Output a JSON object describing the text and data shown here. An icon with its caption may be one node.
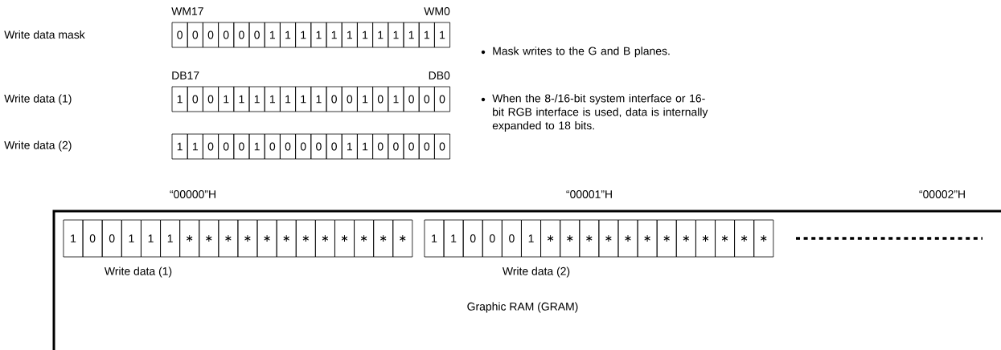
{
  "diagram": {
    "nodes": [
      {
        "text": [
          "Graphic RAM (GRAM)"
        ]
      }
    ],
    "labels": [
      "WM17",
      "WM0",
      "Write data mask",
      "0",
      "0",
      "0",
      "0",
      "0",
      "0",
      "1",
      "1",
      "1",
      "1",
      "1",
      "1",
      "1",
      "1",
      "1",
      "1",
      "1",
      "1",
      "Mask writes to the G and B planes.",
      "DB17",
      "DB0",
      "Write data (1)",
      "1",
      "0",
      "0",
      "1",
      "1",
      "1",
      "1",
      "1",
      "1",
      "1",
      "0",
      "0",
      "1",
      "0",
      "1",
      "0",
      "0",
      "0",
      "When the 8-/16-bit system interface or 16-bit RGB interface is used, data is internally expanded to 18 bits.",
      "Write data (2)",
      "1",
      "1",
      "0",
      "0",
      "0",
      "1",
      "0",
      "0",
      "0",
      "0",
      "0",
      "1",
      "1",
      "0",
      "0",
      "0",
      "0",
      "0",
      "“00000”H",
      "“00001”H",
      "“00002”H",
      "1",
      "0",
      "0",
      "1",
      "1",
      "1",
      "∗",
      "∗",
      "∗",
      "∗",
      "∗",
      "∗",
      "∗",
      "∗",
      "∗",
      "∗",
      "∗",
      "∗",
      "1",
      "1",
      "0",
      "0",
      "0",
      "1",
      "∗",
      "∗",
      "∗",
      "∗",
      "∗",
      "∗",
      "∗",
      "∗",
      "∗",
      "∗",
      "∗",
      "∗",
      "Write data (1)",
      "Write data (2)"
    ]
  }
}
